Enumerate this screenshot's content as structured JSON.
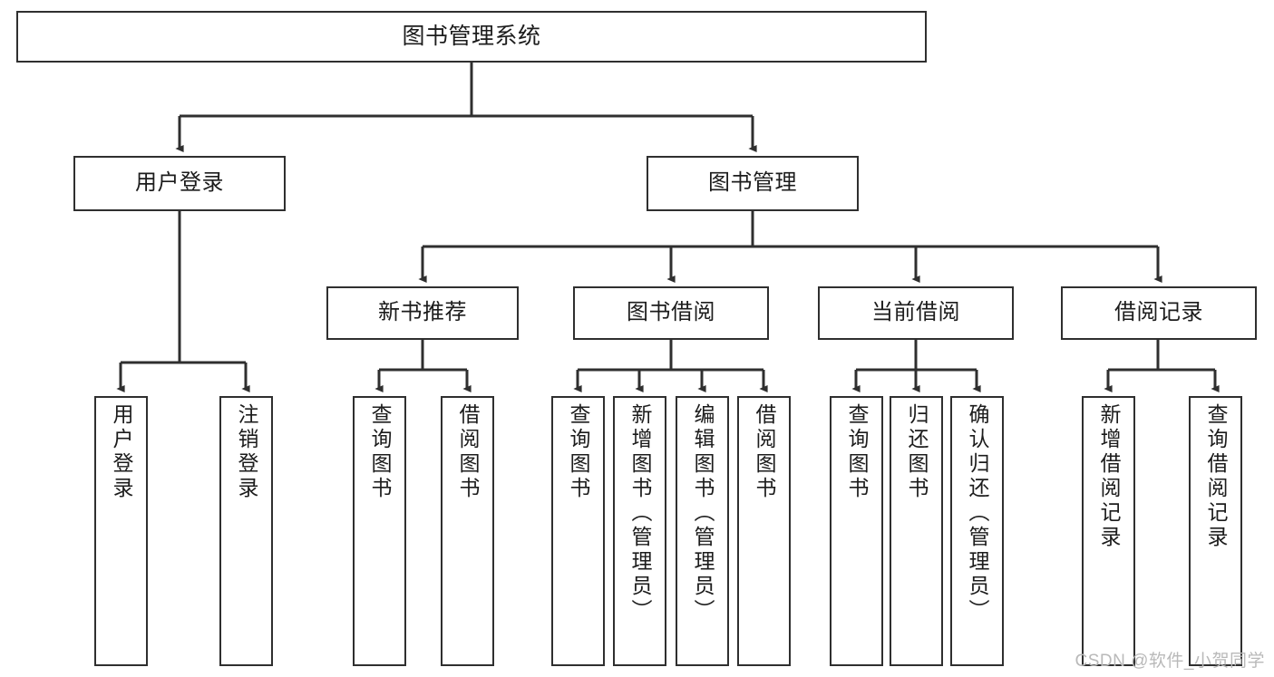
{
  "diagram": {
    "title": "图书管理系统",
    "type": "tree",
    "orientation": "top-down",
    "colors": {
      "box_border": "#2f2f2f",
      "box_fill": "#ffffff",
      "connector": "#2f2f2f",
      "text": "#1c1c1c",
      "watermark": "#b9b9b9",
      "background": "#ffffff"
    },
    "root": {
      "id": "root",
      "label": "图书管理系统"
    },
    "level1": [
      {
        "id": "user-login",
        "label": "用户登录"
      },
      {
        "id": "book-manage",
        "label": "图书管理"
      }
    ],
    "level2": [
      {
        "id": "new-book-recommend",
        "label": "新书推荐",
        "parent": "book-manage"
      },
      {
        "id": "book-borrow",
        "label": "图书借阅",
        "parent": "book-manage"
      },
      {
        "id": "current-borrow",
        "label": "当前借阅",
        "parent": "book-manage"
      },
      {
        "id": "borrow-record",
        "label": "借阅记录",
        "parent": "book-manage"
      }
    ],
    "leaves": [
      {
        "id": "leaf-user-login",
        "label": "用户登录",
        "parent": "user-login"
      },
      {
        "id": "leaf-logout",
        "label": "注销登录",
        "parent": "user-login"
      },
      {
        "id": "leaf-query-book-1",
        "label": "查询图书",
        "parent": "new-book-recommend"
      },
      {
        "id": "leaf-borrow-book-1",
        "label": "借阅图书",
        "parent": "new-book-recommend"
      },
      {
        "id": "leaf-query-book-2",
        "label": "查询图书",
        "parent": "book-borrow"
      },
      {
        "id": "leaf-add-book",
        "label": "新增图书（管理员）",
        "parent": "book-borrow"
      },
      {
        "id": "leaf-edit-book",
        "label": "编辑图书（管理员）",
        "parent": "book-borrow"
      },
      {
        "id": "leaf-borrow-book-2",
        "label": "借阅图书",
        "parent": "book-borrow"
      },
      {
        "id": "leaf-query-book-3",
        "label": "查询图书",
        "parent": "current-borrow"
      },
      {
        "id": "leaf-return-book",
        "label": "归还图书",
        "parent": "current-borrow"
      },
      {
        "id": "leaf-confirm-return",
        "label": "确认归还（管理员）",
        "parent": "current-borrow"
      },
      {
        "id": "leaf-add-record",
        "label": "新增借阅记录",
        "parent": "borrow-record"
      },
      {
        "id": "leaf-query-record",
        "label": "查询借阅记录",
        "parent": "borrow-record"
      }
    ]
  },
  "watermark": {
    "text": "CSDN @软件_小贺同学"
  }
}
